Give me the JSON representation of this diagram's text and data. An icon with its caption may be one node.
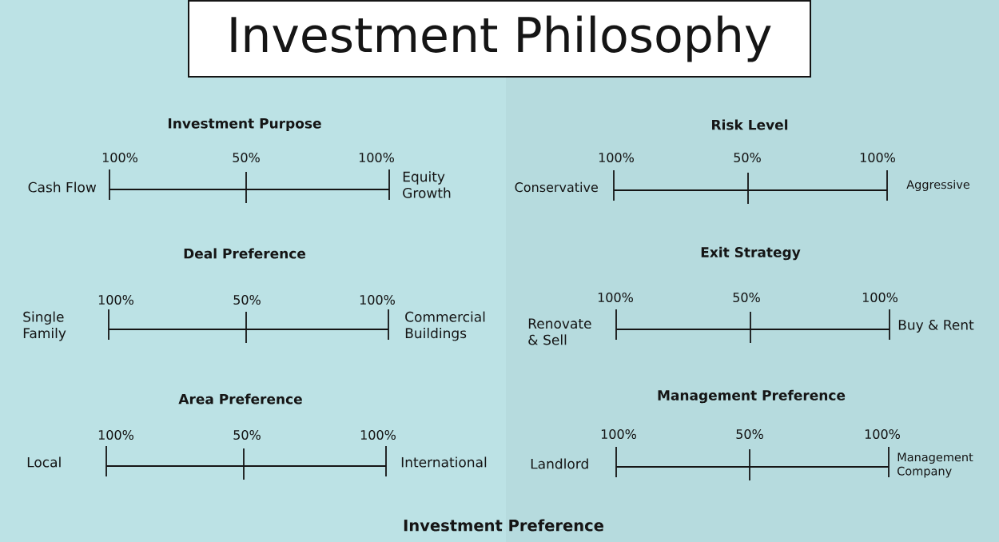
{
  "diagram": {
    "title": "Investment Philosophy",
    "caption": "Investment Preference",
    "labels": [
      "Investment Purpose",
      "100%",
      "50%",
      "100%",
      "Cash Flow",
      "Equity Growth",
      "Risk Level",
      "100%",
      "50%",
      "100%",
      "Conservative",
      "Aggressive",
      "Deal Preference",
      "100%",
      "50%",
      "100%",
      "Single Family",
      "Commercial Buildings",
      "Exit Strategy",
      "100%",
      "50%",
      "100%",
      "Renovate & Sell",
      "Buy & Rent",
      "Area Preference",
      "100%",
      "50%",
      "100%",
      "Local",
      "International",
      "Management Preference",
      "100%",
      "50%",
      "100%",
      "Landlord",
      "Management Company"
    ]
  }
}
